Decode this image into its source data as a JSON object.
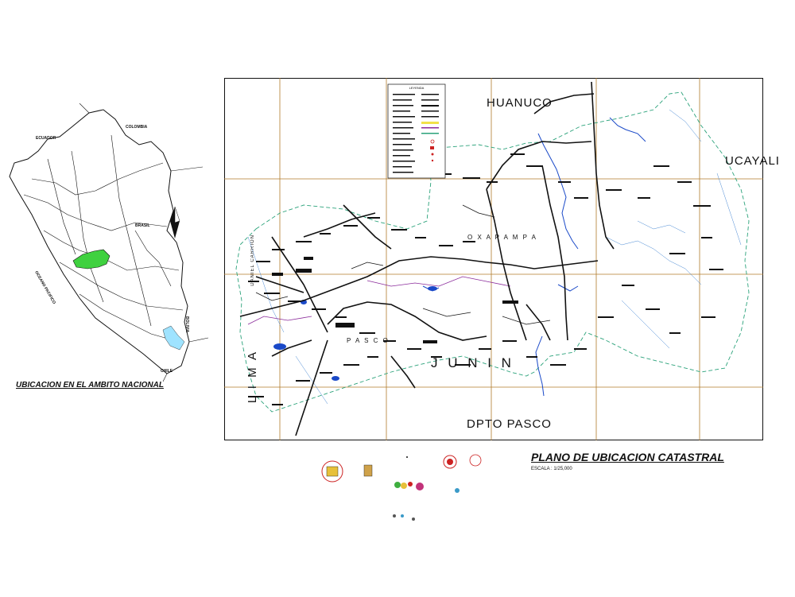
{
  "inset": {
    "caption": "UBICACION EN EL AMBITO NACIONAL",
    "countries": {
      "colombia": "COLOMBIA",
      "ecuador": "ECUADOR",
      "brasil": "BRASIL",
      "bolivia": "BOLIVIA",
      "chile": "CHILE",
      "ocean": "OCEANO PACIFICO"
    },
    "highlight_color": "#3fd13f",
    "lake_color": "#9fe3ff"
  },
  "main_map": {
    "regions": {
      "north": "HUANUCO",
      "east": "UCAYALI",
      "center": "J U N I N",
      "south": "DPTO   PASCO",
      "west": "L I M A",
      "oxapampa": "O X A P A M P A",
      "pasco": "P A S C O",
      "daniel": "DANIEL CARRION"
    },
    "legend_title": "LEYENDA",
    "grid_color": "#b07a2a",
    "river_color": "#1a49c8",
    "boundary_color": "#2aa27a"
  },
  "title": {
    "text": "PLANO DE UBICACION CATASTRAL",
    "scale": "ESCALA : 1/25,000"
  }
}
